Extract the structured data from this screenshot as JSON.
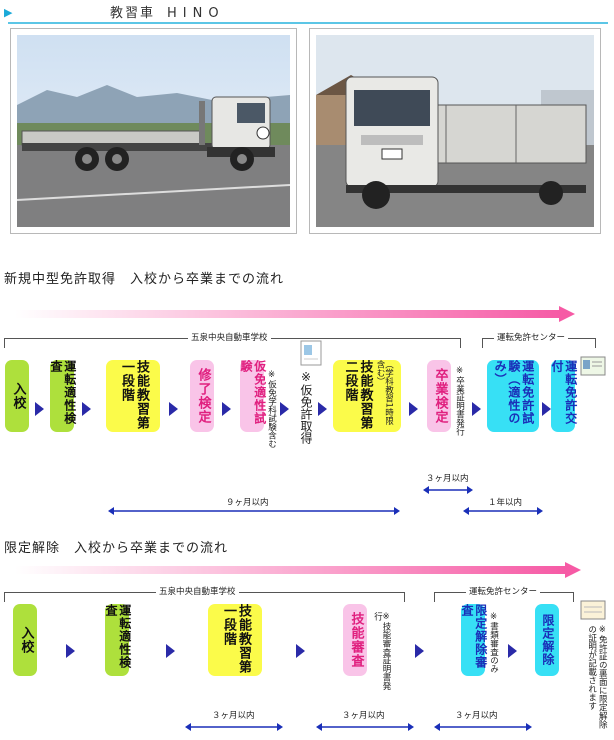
{
  "header": {
    "title": "教習車",
    "model": "HINO"
  },
  "section1": {
    "title": "新規中型免許取得　入校から卒業までの流れ",
    "school_label": "五泉中央自動車学校",
    "center_label": "運転免許センター",
    "steps": {
      "s1": "入校",
      "s2": "運転適性検査",
      "s3": "技能教習第一段階",
      "s4": "修了検定",
      "s5": "仮免適性試験",
      "s5note": "※仮免学科試験含む",
      "s6note": "※仮免許取得",
      "s7": "技能教習第二段階",
      "s7sub": "（学科教習1時限含む）",
      "s8": "卒業検定",
      "s8note": "※卒業証明書発行",
      "s9": "運転免許試験（適性のみ）",
      "s10": "運転免許交付"
    },
    "spans": {
      "nine": "９ヶ月以内",
      "three": "３ヶ月以内",
      "year": "１年以内"
    }
  },
  "section2": {
    "title": "限定解除　入校から卒業までの流れ",
    "school_label": "五泉中央自動車学校",
    "center_label": "運転免許センター",
    "steps": {
      "s1": "入校",
      "s2": "運転適性検査",
      "s3": "技能教習第一段階",
      "s4": "技能審査",
      "s4note": "※技能審査証明書発行",
      "s5": "限定解除審査",
      "s5note": "※書類審査のみ",
      "s6": "限定解除",
      "s6note": "※免許証の裏面に限定解除の証明が記載されます"
    },
    "spans": {
      "a": "３ヶ月以内",
      "b": "３ヶ月以内",
      "c": "３ヶ月以内"
    }
  },
  "colors": {
    "green": "#aee03c",
    "yellow": "#fbfb4a",
    "pink": "#f9c4e8",
    "cyan": "#37e0f5",
    "arrow": "#2a2aa8",
    "band": "#f65aa5"
  }
}
